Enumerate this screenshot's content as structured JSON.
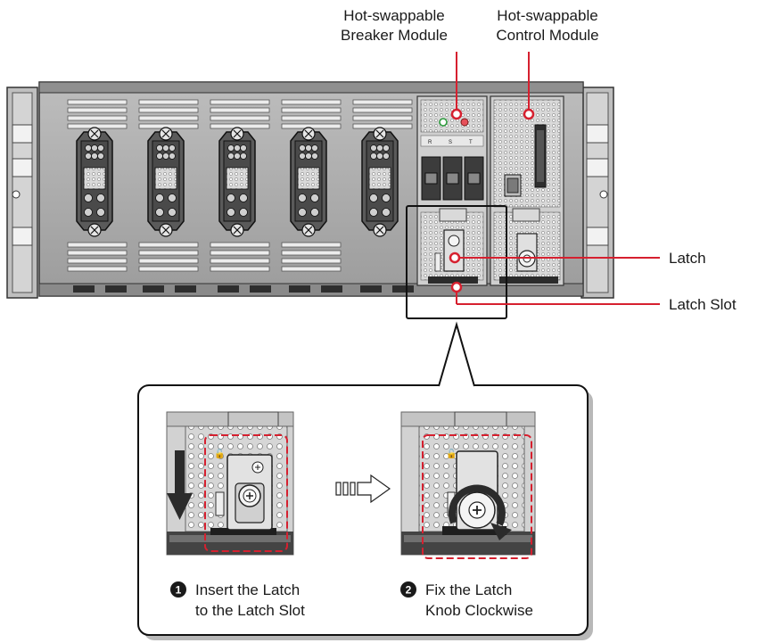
{
  "labels": {
    "breaker_module": [
      "Hot-swappable",
      "Breaker Module"
    ],
    "control_module": [
      "Hot-swappable",
      "Control Module"
    ],
    "latch": "Latch",
    "latch_slot": "Latch Slot"
  },
  "breaker_phases": [
    "R",
    "S",
    "T"
  ],
  "steps": [
    {
      "number": "1",
      "lines": [
        "Insert the Latch",
        "to the Latch Slot"
      ]
    },
    {
      "number": "2",
      "lines": [
        "Fix the Latch",
        "Knob Clockwise"
      ]
    }
  ],
  "colors": {
    "callout_red": "#d6202f",
    "chassis": "#a6a6a6",
    "panel": "#c8c8c8",
    "dark": "#3a3a3a"
  },
  "connector_count": 5
}
